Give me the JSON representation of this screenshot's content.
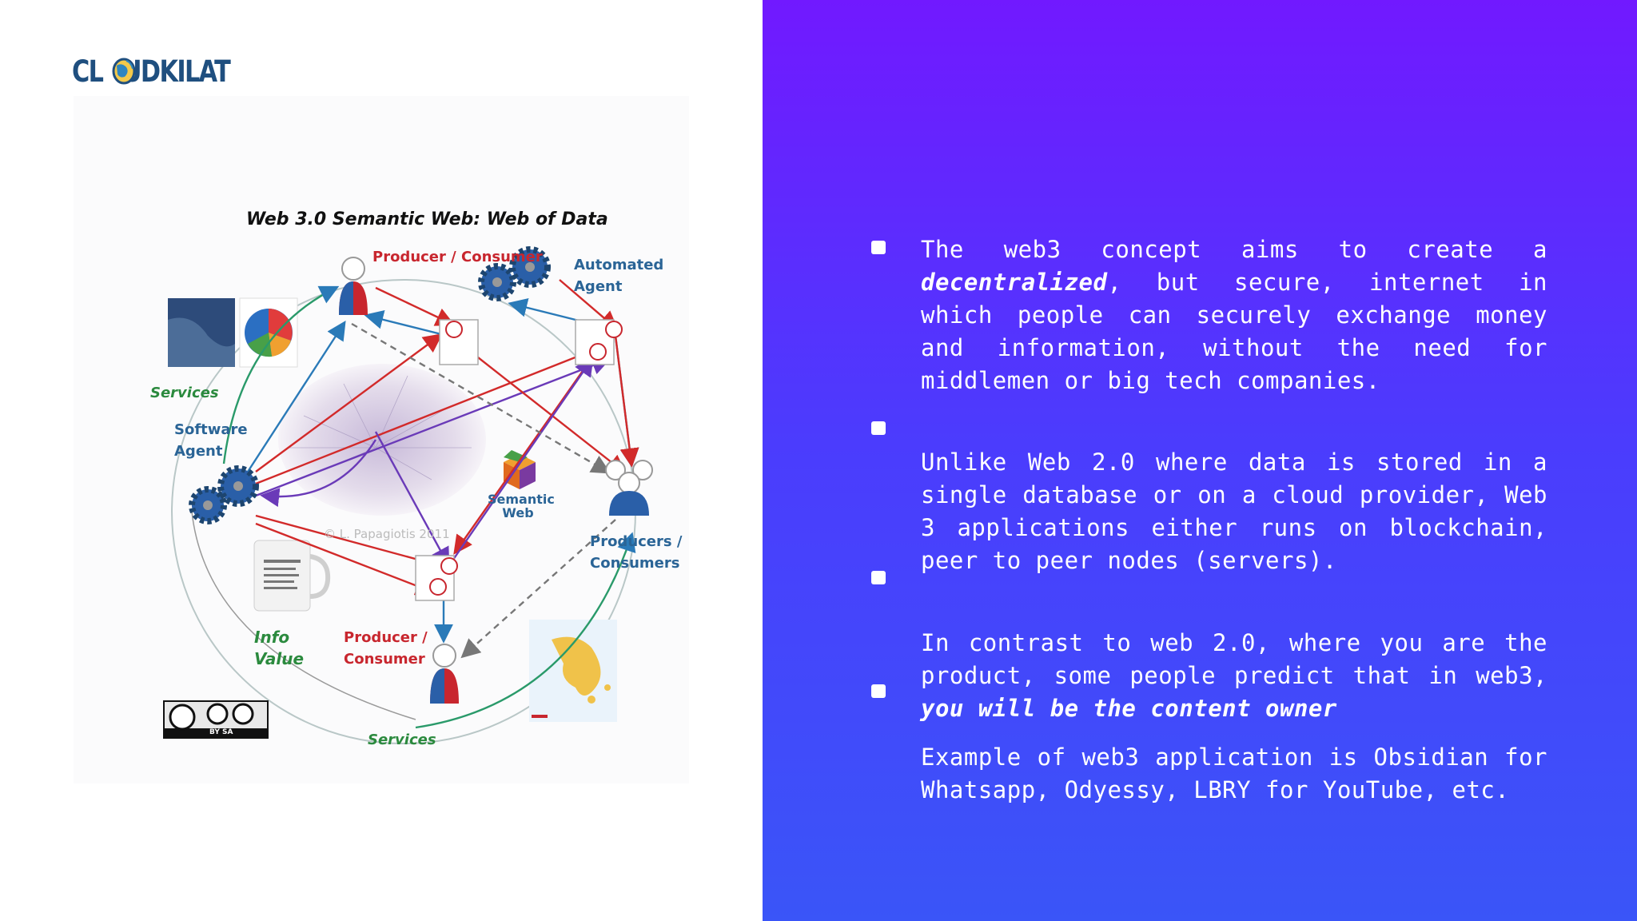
{
  "logo": {
    "text": "CLOUDKILAT",
    "text_before_globe": "CL",
    "text_after_globe": "UDKILAT"
  },
  "diagram": {
    "title": "Web 3.0 Semantic Web: Web of Data",
    "labels": {
      "producer_consumer_top": "Producer / Consumer",
      "automated_agent": "Automated Agent",
      "services_top": "Services",
      "software_agent": "Software Agent",
      "semantic_web": "Semantic Web",
      "producers_consumers": "Producers / Consumers",
      "info_value": "Info Value",
      "producer_consumer_bottom": "Producer / Consumer",
      "services_bottom": "Services",
      "watermark": "© L. Papagiotis 2011",
      "cc_badge": "BY SA"
    }
  },
  "bullets": [
    {
      "parts": [
        {
          "text": "The web3 concept aims to create a ",
          "em": false
        },
        {
          "text": "decentralized",
          "em": true
        },
        {
          "text": ", but secure, internet in which people can securely exchange money and information, without the need for middlemen or big tech companies.",
          "em": false
        }
      ]
    },
    {
      "parts": [
        {
          "text": "Unlike Web 2.0 where data is stored in a single database or on a cloud provider, Web 3 applications either runs on blockchain, peer to peer nodes (servers).",
          "em": false
        }
      ]
    },
    {
      "parts": [
        {
          "text": "In contrast to web 2.0, where you are the product, some people predict that in web3, ",
          "em": false
        },
        {
          "text": "you will be the content owner",
          "em": true
        }
      ]
    },
    {
      "parts": [
        {
          "text": "Example of web3 application is Obsidian for Whatsapp, Odyessy, LBRY for YouTube, etc.",
          "em": false
        }
      ]
    }
  ],
  "colors": {
    "gradient_top": "#7119ff",
    "gradient_bottom": "#3a55f8",
    "logo": "#1f4f7f",
    "arrow_red": "#d22a2a",
    "arrow_blue": "#2a7ab8",
    "arrow_purple": "#6a3ab8"
  }
}
